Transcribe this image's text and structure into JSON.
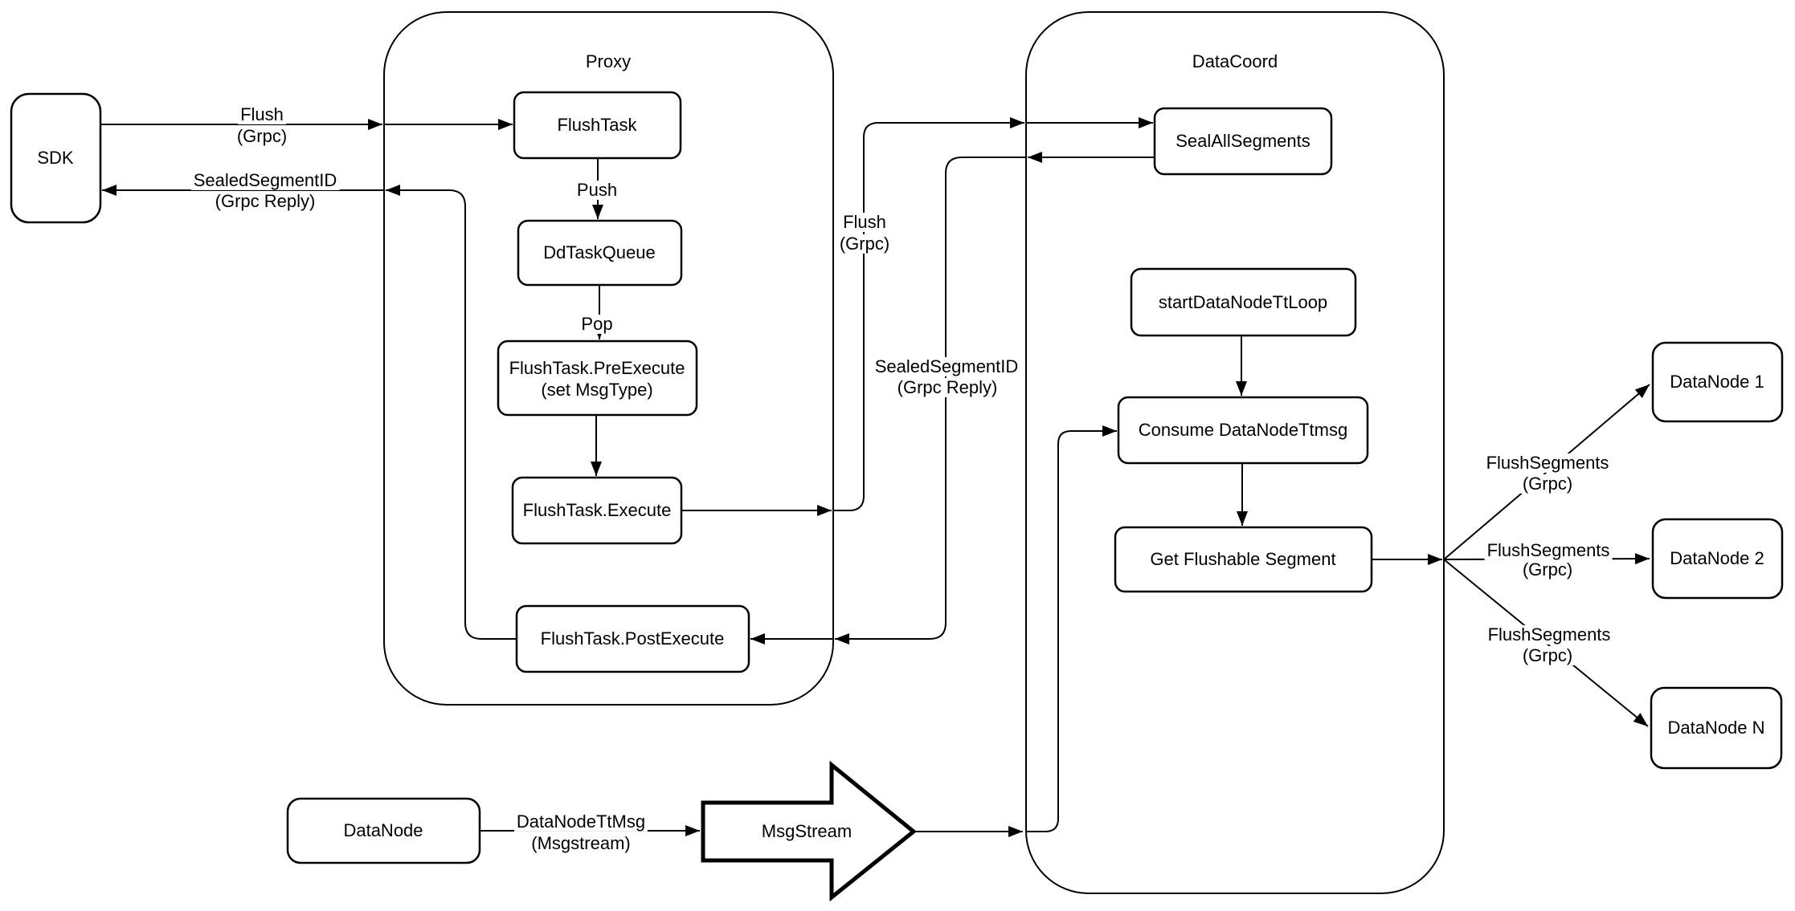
{
  "diagram": {
    "colors": {
      "stroke": "#000000",
      "fill": "#ffffff"
    },
    "containers": {
      "proxy": "Proxy",
      "datacoord": "DataCoord"
    },
    "nodes": {
      "sdk": "SDK",
      "flushtask": "FlushTask",
      "ddtaskqueue": "DdTaskQueue",
      "preexecute_l1": "FlushTask.PreExecute",
      "preexecute_l2": "(set MsgType)",
      "execute": "FlushTask.Execute",
      "postexecute": "FlushTask.PostExecute",
      "sealallsegments": "SealAllSegments",
      "startdatanodettloop": "startDataNodeTtLoop",
      "consume": "Consume DataNodeTtmsg",
      "getflushable": "Get Flushable Segment",
      "datanode1": "DataNode 1",
      "datanode2": "DataNode 2",
      "datanoden": "DataNode N",
      "datanode": "DataNode",
      "msgstream": "MsgStream"
    },
    "edge_labels": {
      "flush": "Flush",
      "grpc": "(Grpc)",
      "sealedsegmentid": "SealedSegmentID",
      "grpc_reply": "(Grpc Reply)",
      "push": "Push",
      "pop": "Pop",
      "flushsegments": "FlushSegments",
      "datanodettmsg": "DataNodeTtMsg",
      "msgstream_paren": "(Msgstream)"
    }
  }
}
